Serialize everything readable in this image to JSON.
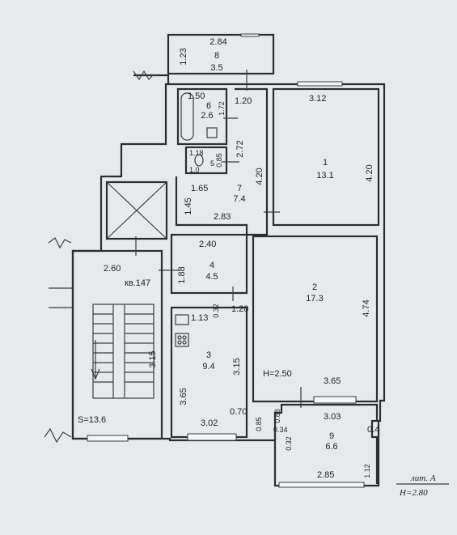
{
  "rooms": [
    {
      "number": "1",
      "area": "13.1"
    },
    {
      "number": "2",
      "area": "17.3"
    },
    {
      "number": "3",
      "area": "9.4"
    },
    {
      "number": "4",
      "area": "4.5"
    },
    {
      "number": "5",
      "area": ""
    },
    {
      "number": "6",
      "area": "2.6"
    },
    {
      "number": "7",
      "area": "7.4"
    },
    {
      "number": "8",
      "area": "3.5"
    },
    {
      "number": "9",
      "area": "6.6"
    }
  ],
  "dimensions": {
    "balcony_top_w": "2.84",
    "balcony_side": "1.23",
    "bath_w": "1.50",
    "bath_h": "1.72",
    "hall_door_top": "1.20",
    "room1_top": "3.12",
    "room1_side": "4.20",
    "corridor_side": "4.20",
    "wc_w": "1.18",
    "wc_h": "0.85",
    "wc_bottom": "1.0",
    "corridor_w": "2.72",
    "hall_w": "1.65",
    "hall_h": "1.45",
    "corridor_bottom": "2.83",
    "room4_top": "2.40",
    "room4_side": "1.88",
    "stair_top": "2.60",
    "door_kitchen": "1.20",
    "kitchen_small_a": "0.32",
    "kitchen_sink": "1.13",
    "room2_side": "4.74",
    "room2_bottom": "3.65",
    "stair_side": "3.15",
    "kitchen_side": "3.15",
    "kitchen_left": "3.65",
    "loggia_a": "0.70",
    "loggia_b": "0.85",
    "loggia_c": "0.88",
    "loggia_d": "0.34",
    "loggia_e": "0.32",
    "loggia_top": "3.03",
    "loggia_right": "0.4",
    "kitchen_bottom": "3.02",
    "loggia_bottom": "2.85",
    "loggia_side": "1.12"
  },
  "labels": {
    "apartment": "кв.147",
    "height_room": "H=2.50",
    "stair_area": "S=13.6",
    "sheet": "лит. А",
    "height_total": "H=2.80"
  }
}
